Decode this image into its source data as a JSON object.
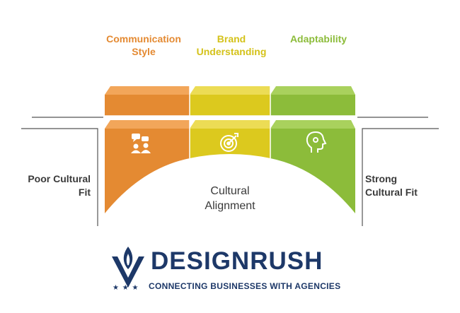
{
  "labels": {
    "communication": [
      "Communication",
      "Style"
    ],
    "brand": [
      "Brand",
      "Understanding"
    ],
    "adaptability": [
      "Adaptability"
    ],
    "poor_fit": [
      "Poor Cultural",
      "Fit"
    ],
    "strong_fit": [
      "Strong",
      "Cultural Fit"
    ],
    "center": [
      "Cultural",
      "Alignment"
    ]
  },
  "brand": {
    "name": "DESIGNRUSH",
    "tagline": "CONNECTING BUSINESSES WITH AGENCIES",
    "stars": "★ ★ ★"
  },
  "colors": {
    "orange": "#e48a32",
    "yellow": "#dcc91e",
    "green": "#8cbc3a",
    "navy": "#1d3868",
    "text": "#3a3a3a"
  },
  "icons": {
    "communication": "people-chat-icon",
    "brand": "target-arrow-icon",
    "adaptability": "head-brain-icon"
  }
}
